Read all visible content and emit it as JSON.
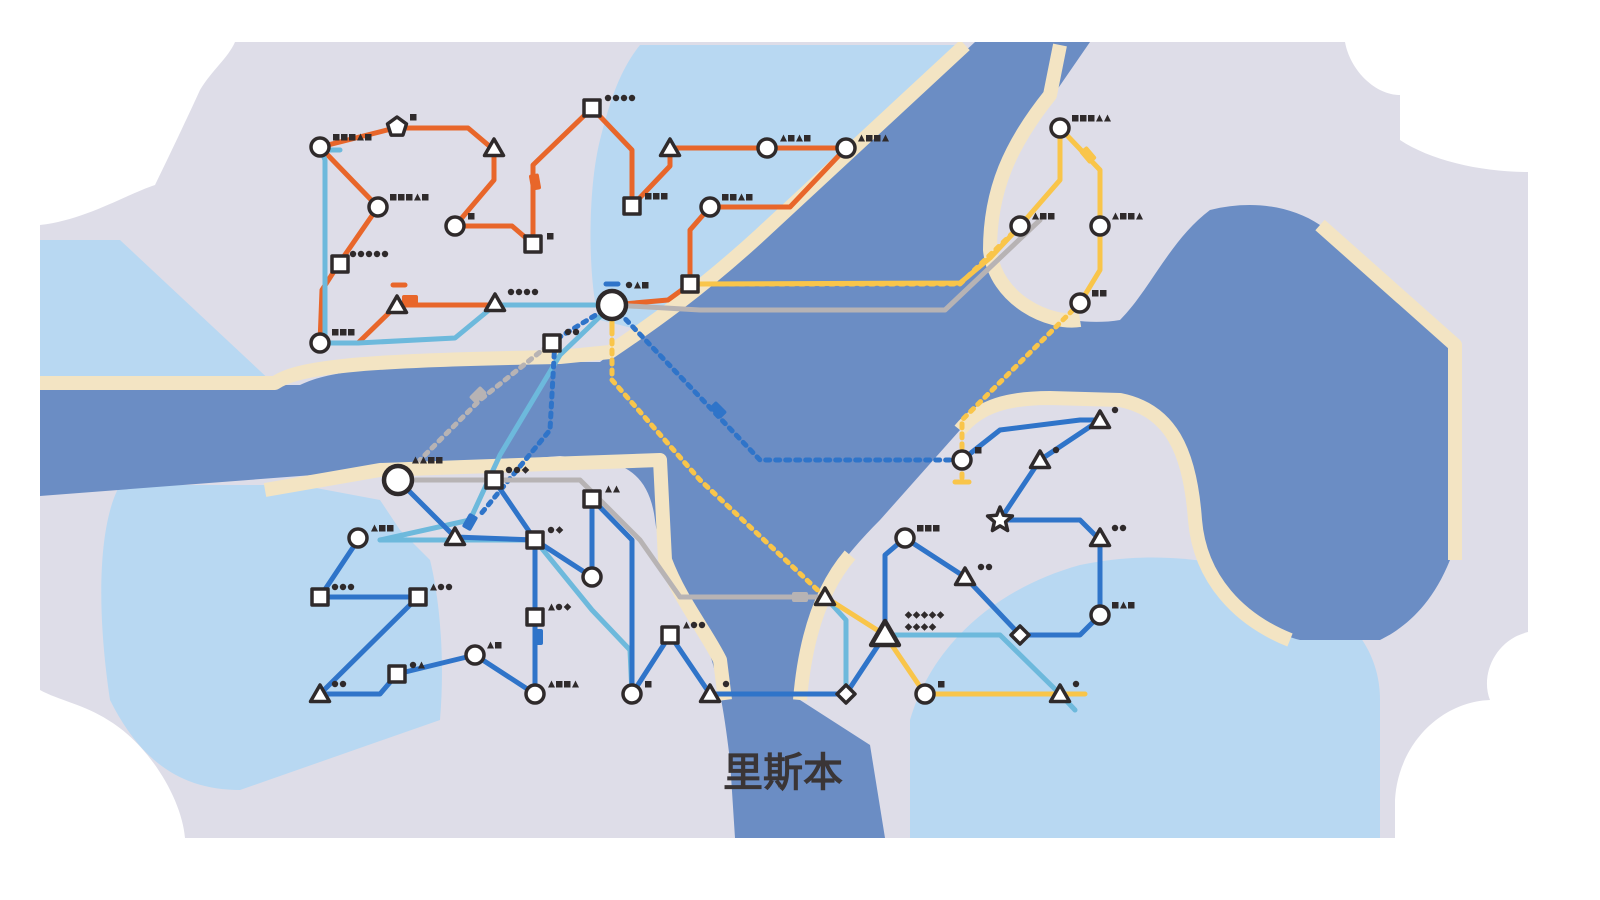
{
  "map": {
    "city_name": "里斯本",
    "colors": {
      "background": "#ffffff",
      "land": "#dedde8",
      "river": "#6b8dc4",
      "shallow_water": "#b8d8f2",
      "shore": "#f3e4c3",
      "station_stroke": "#2f2a2b",
      "station_fill": "#ffffff"
    },
    "lines": [
      {
        "id": "orange",
        "color": "#e8662a"
      },
      {
        "id": "light-blue",
        "color": "#6db9dc"
      },
      {
        "id": "blue",
        "color": "#2f74c9"
      },
      {
        "id": "yellow",
        "color": "#f9c54a"
      },
      {
        "id": "gray",
        "color": "#b7b3b4"
      }
    ],
    "station_shapes": [
      "circle",
      "triangle",
      "square",
      "pentagon",
      "star",
      "diamond"
    ]
  }
}
